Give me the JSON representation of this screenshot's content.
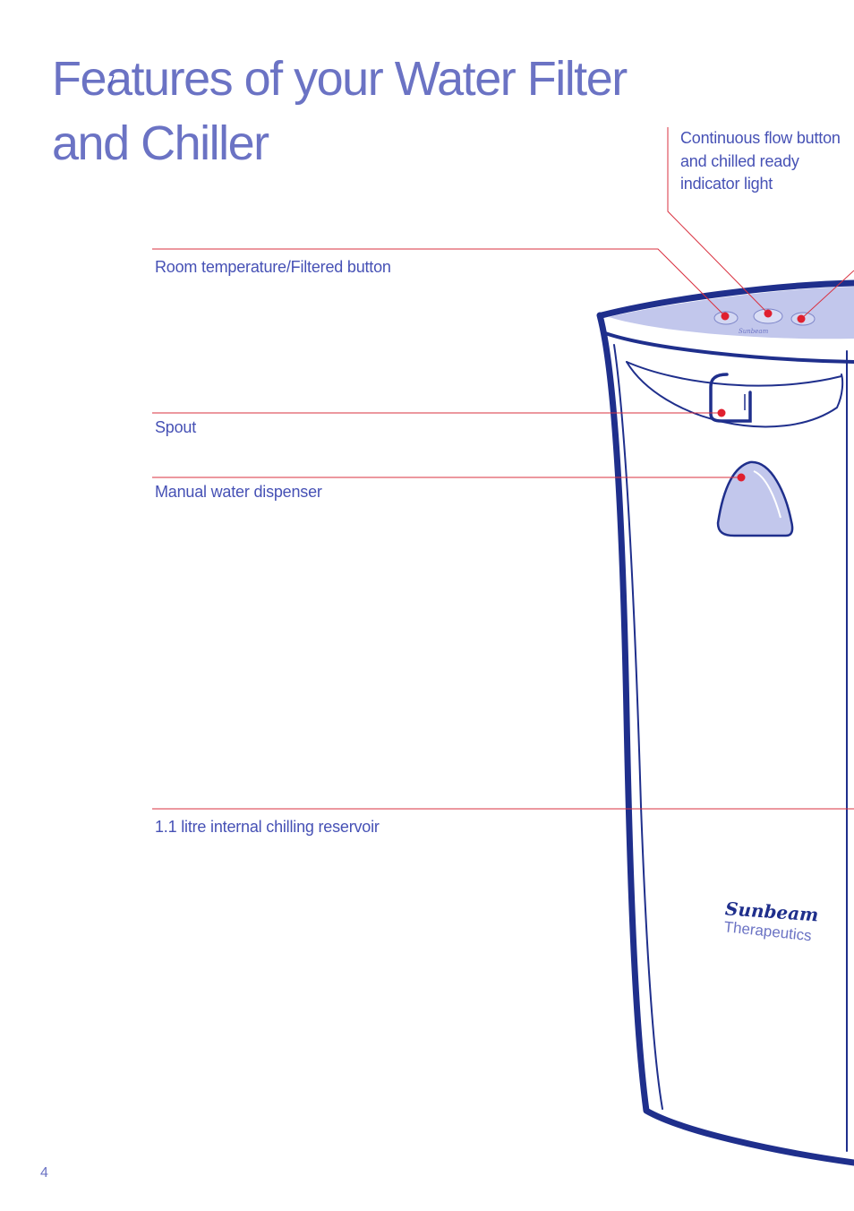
{
  "page": {
    "title_line1": "Features of your Water Filter",
    "title_line2": "and Chiller",
    "page_number": "4"
  },
  "callouts": {
    "continuous_flow": "Continuous flow button and chilled ready indicator light",
    "room_temperature": "Room temperature/Filtered button",
    "spout": "Spout",
    "manual_dispenser": "Manual water dispenser",
    "reservoir": "1.1 litre internal chilling reservoir"
  },
  "brand": {
    "logo": "Sunbeam",
    "sub": "Therapeutics"
  },
  "colors": {
    "title": "#6b73c4",
    "text": "#4651b5",
    "outline": "#1f2f8c",
    "leader": "#d9303f",
    "panel": "#c2c7ec",
    "dot": "#e0202f"
  }
}
